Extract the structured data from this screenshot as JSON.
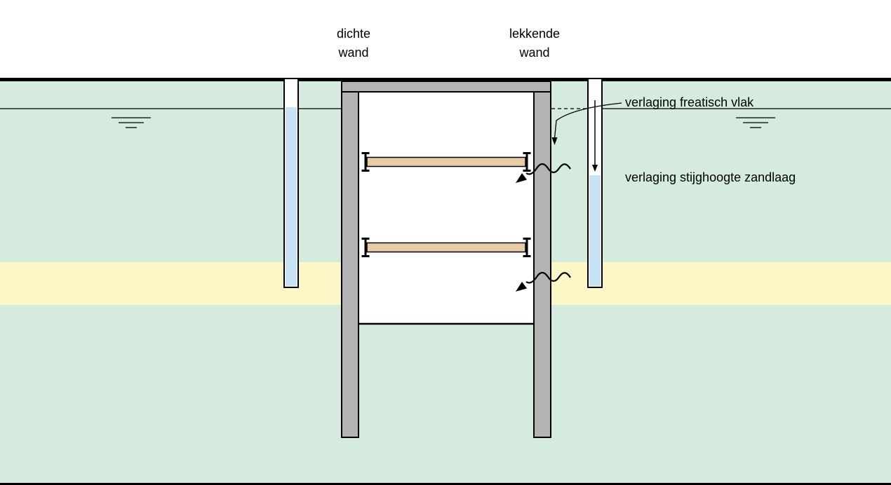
{
  "labels": {
    "left_wall_line1": "dichte",
    "left_wall_line2": "wand",
    "right_wall_line1": "lekkende",
    "right_wall_line2": "wand",
    "phreatic_annotation": "verlaging freatisch vlak",
    "sand_head_annotation": "verlaging stijghoogte zandlaag"
  },
  "colors": {
    "background_white": "#ffffff",
    "soil_clay_green": "#d5ebde",
    "sand_layer_yellow": "#fbf7c6",
    "wall_gray": "#b3b3b3",
    "strut_tan": "#e8cba6",
    "water_blue": "#c7e3f4",
    "outline_black": "#000000"
  }
}
